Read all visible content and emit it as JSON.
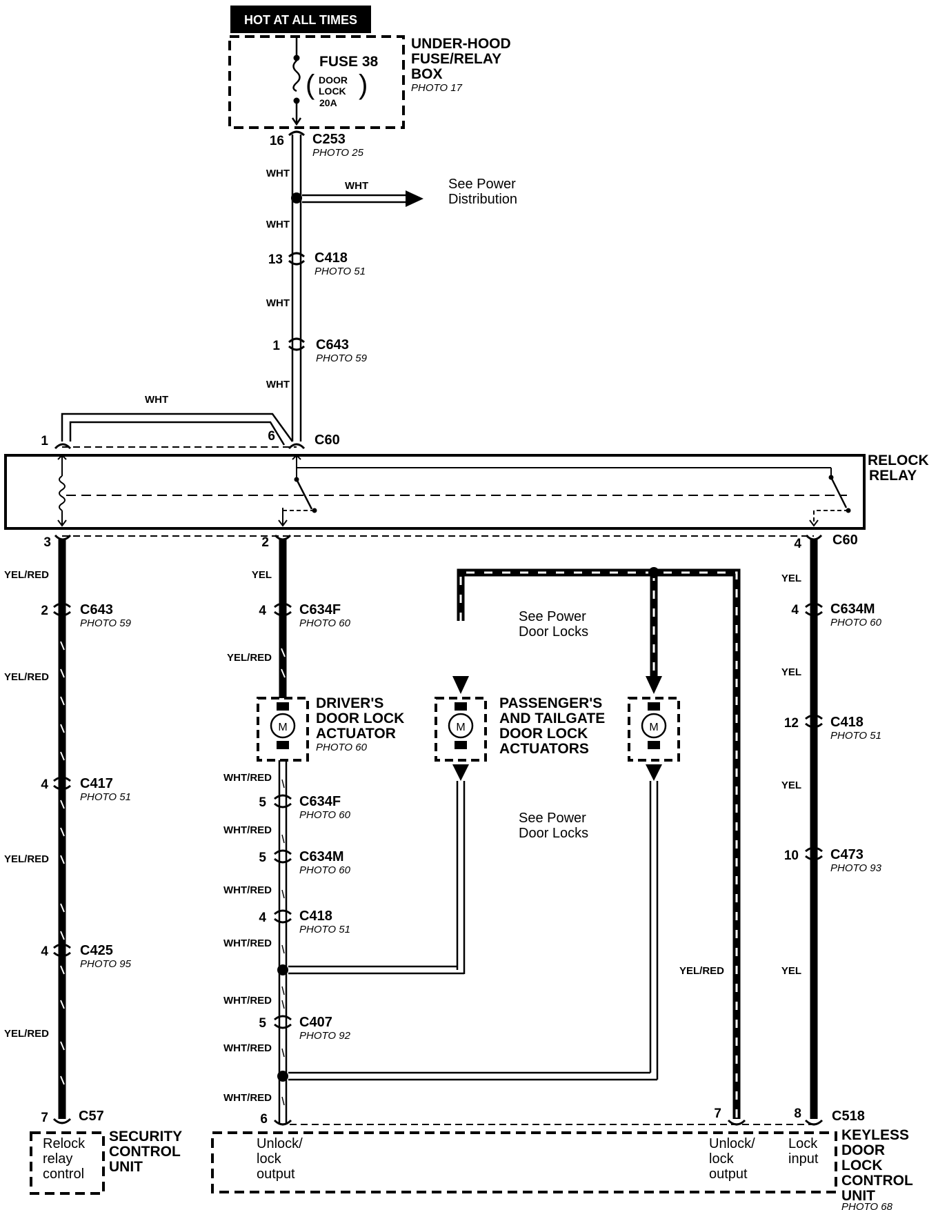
{
  "hot_label": "HOT AT ALL TIMES",
  "fuse_box": {
    "title": [
      "UNDER-HOOD",
      "FUSE/RELAY",
      "BOX"
    ],
    "photo": "PHOTO 17",
    "fuse_name": "FUSE 38",
    "fuse_desc": [
      "DOOR",
      "LOCK"
    ],
    "fuse_rating": "20A"
  },
  "power_distribution": {
    "wire": "WHT",
    "text": [
      "See Power",
      "Distribution"
    ]
  },
  "relock_relay": {
    "title": [
      "RELOCK",
      "RELAY"
    ],
    "connector": "C60",
    "connector_bottom": "C60"
  },
  "main_feed": {
    "connectors": [
      {
        "pin": "16",
        "name": "C253",
        "photo": "PHOTO 25"
      },
      {
        "pin": "13",
        "name": "C418",
        "photo": "PHOTO 51"
      },
      {
        "pin": "1",
        "name": "C643",
        "photo": "PHOTO 59"
      }
    ],
    "wires": [
      "WHT",
      "WHT",
      "WHT",
      "WHT"
    ],
    "branch_wire": "WHT",
    "relay_pins": {
      "left": "1",
      "center": "6"
    }
  },
  "security_branch": {
    "top_pin": "3",
    "connectors": [
      {
        "pin": "2",
        "name": "C643",
        "photo": "PHOTO 59"
      },
      {
        "pin": "4",
        "name": "C417",
        "photo": "PHOTO 51"
      },
      {
        "pin": "4",
        "name": "C425",
        "photo": "PHOTO 95"
      }
    ],
    "wires": [
      "YEL/RED",
      "YEL/RED",
      "YEL/RED",
      "YEL/RED"
    ],
    "end_pin": "7",
    "end_connector": "C57",
    "unit_title": [
      "SECURITY",
      "CONTROL",
      "UNIT"
    ],
    "unit_inner": [
      "Relock",
      "relay",
      "control"
    ]
  },
  "driver_branch": {
    "top_pin": "2",
    "top_wire": "YEL",
    "connector1": {
      "pin": "4",
      "name": "C634F",
      "photo": "PHOTO 60"
    },
    "wire2": "YEL/RED",
    "actuator_title": [
      "DRIVER'S",
      "DOOR LOCK",
      "ACTUATOR"
    ],
    "actuator_photo": "PHOTO 60",
    "motor_label": "M",
    "lower_connectors": [
      {
        "pin": "5",
        "name": "C634F",
        "photo": "PHOTO 60"
      },
      {
        "pin": "5",
        "name": "C634M",
        "photo": "PHOTO 60"
      },
      {
        "pin": "4",
        "name": "C418",
        "photo": "PHOTO 51"
      },
      {
        "pin": "5",
        "name": "C407",
        "photo": "PHOTO 92"
      }
    ],
    "lower_wires": [
      "WHT/RED",
      "WHT/RED",
      "WHT/RED",
      "WHT/RED",
      "WHT/RED",
      "WHT/RED",
      "WHT/RED"
    ],
    "end_pin": "6"
  },
  "passenger": {
    "title": [
      "PASSENGER'S",
      "AND TAILGATE",
      "DOOR LOCK",
      "ACTUATORS"
    ],
    "see_top": [
      "See Power",
      "Door Locks"
    ],
    "see_bottom": [
      "See Power",
      "Door Locks"
    ],
    "yelred_wire": "YEL/RED"
  },
  "right_branch": {
    "top_pin": "4",
    "wires": [
      "YEL",
      "YEL",
      "YEL",
      "YEL"
    ],
    "connectors": [
      {
        "pin": "4",
        "name": "C634M",
        "photo": "PHOTO 60"
      },
      {
        "pin": "12",
        "name": "C418",
        "photo": "PHOTO 51"
      },
      {
        "pin": "10",
        "name": "C473",
        "photo": "PHOTO 93"
      }
    ]
  },
  "keyless_unit": {
    "connector": "C518",
    "pin_unlock": "7",
    "pin_lock": "8",
    "title": [
      "KEYLESS",
      "DOOR",
      "LOCK",
      "CONTROL",
      "UNIT"
    ],
    "photo": "PHOTO 68",
    "left_output": [
      "Unlock/",
      "lock",
      "output"
    ],
    "right_output": [
      "Unlock/",
      "lock",
      "output"
    ],
    "lock_input": [
      "Lock",
      "input"
    ]
  }
}
